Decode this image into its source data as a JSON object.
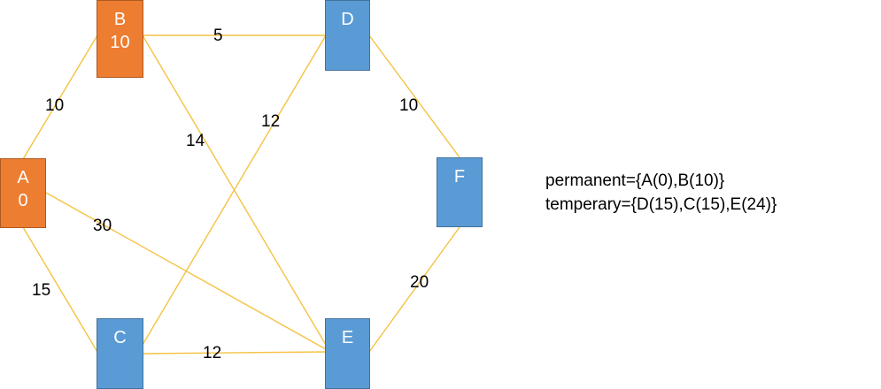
{
  "colors": {
    "edge": "#f5c242",
    "permanent_node": "#ed7d31",
    "temporary_node": "#5b9bd5",
    "text": "#000000"
  },
  "nodes": {
    "A": {
      "name": "A",
      "value": "0",
      "status": "permanent"
    },
    "B": {
      "name": "B",
      "value": "10",
      "status": "permanent"
    },
    "C": {
      "name": "C",
      "value": "",
      "status": "temporary"
    },
    "D": {
      "name": "D",
      "value": "",
      "status": "temporary"
    },
    "E": {
      "name": "E",
      "value": "",
      "status": "temporary"
    },
    "F": {
      "name": "F",
      "value": "",
      "status": "temporary"
    }
  },
  "edges": [
    {
      "from": "A",
      "to": "B",
      "weight": "10"
    },
    {
      "from": "B",
      "to": "D",
      "weight": "5"
    },
    {
      "from": "D",
      "to": "F",
      "weight": "10"
    },
    {
      "from": "B",
      "to": "E",
      "weight": "14"
    },
    {
      "from": "C",
      "to": "D",
      "weight": "12"
    },
    {
      "from": "A",
      "to": "E",
      "weight": "30"
    },
    {
      "from": "A",
      "to": "C",
      "weight": "15"
    },
    {
      "from": "F",
      "to": "E",
      "weight": "20"
    },
    {
      "from": "C",
      "to": "E",
      "weight": "12"
    }
  ],
  "sets": {
    "permanent": "permanent={A(0),B(10)}",
    "temporary": "temperary={D(15),C(15),E(24)}"
  }
}
